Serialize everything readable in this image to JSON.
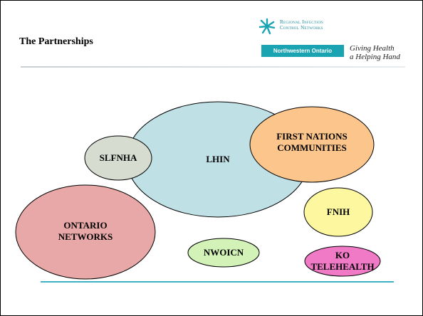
{
  "title": "The Partnerships",
  "logo": {
    "org_line1": "Regional Infection",
    "org_line2": "Control Networks",
    "region": "Northwestern Ontario",
    "tagline_line1": "Giving Health",
    "tagline_line2": "a Helping Hand",
    "icon": "starburst-logo-icon",
    "accent_color": "#1aa3b0"
  },
  "nodes": [
    {
      "id": "lhin",
      "lines": [
        "LHIN"
      ],
      "fill": "#bfe0e4"
    },
    {
      "id": "slfnha",
      "lines": [
        "SLFNHA"
      ],
      "fill": "#d6dccf"
    },
    {
      "id": "first-nations",
      "lines": [
        "FIRST NATIONS",
        "COMMUNITIES"
      ],
      "fill": "#fbc58c"
    },
    {
      "id": "ontario-networks",
      "lines": [
        "ONTARIO",
        "NETWORKS"
      ],
      "fill": "#e8a8a8"
    },
    {
      "id": "fnih",
      "lines": [
        "FNIH"
      ],
      "fill": "#fdf7a0"
    },
    {
      "id": "nwoicn",
      "lines": [
        "NWOICN"
      ],
      "fill": "#d2f2b8"
    },
    {
      "id": "ko-telehealth",
      "lines": [
        "KO",
        "TELEHEALTH"
      ],
      "fill": "#f07ac6"
    }
  ]
}
